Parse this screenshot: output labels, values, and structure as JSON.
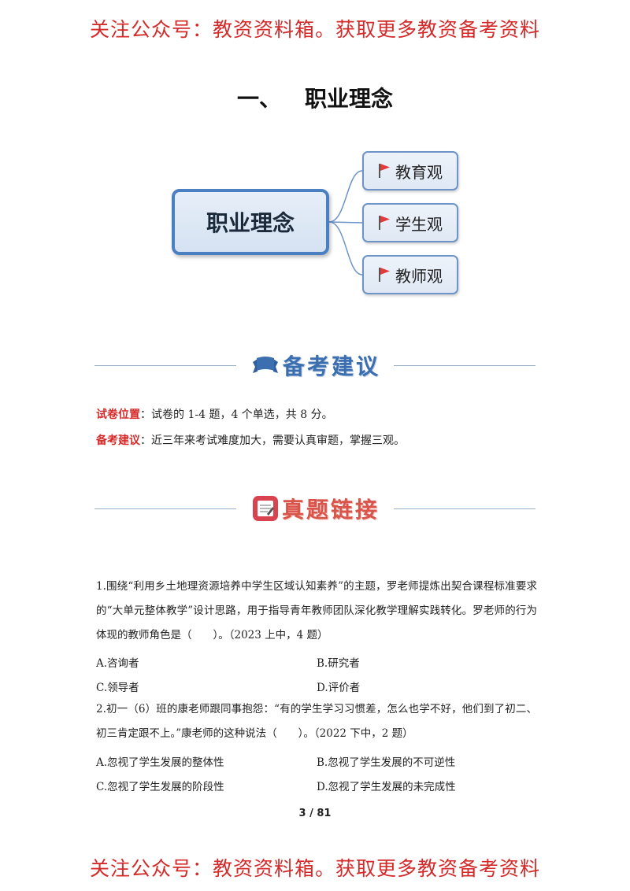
{
  "banner": {
    "top": "关注公众号：教资资料箱。获取更多教资备考资料",
    "bottom": "关注公众号：教资资料箱。获取更多教资备考资料"
  },
  "section": {
    "number": "一、",
    "title": "职业理念"
  },
  "mindmap": {
    "root": "职业理念",
    "children": [
      "教育观",
      "学生观",
      "教师观"
    ],
    "flag_color": "#e33b3b",
    "border_color": "#4a7fc1"
  },
  "headers": {
    "advice": "备考建议",
    "links": "真题链接"
  },
  "info": {
    "position_label": "试卷位置",
    "position_text": "：试卷的 1-4 题，4 个单选，共 8 分。",
    "advice_label": "备考建议",
    "advice_text": "：近三年来考试难度加大，需要认真审题，掌握三观。"
  },
  "questions": [
    {
      "text": "1.围绕“利用乡土地理资源培养中学生区域认知素养”的主题，罗老师提炼出契合课程标准要求的“大单元整体教学”设计思路，用于指导青年教师团队深化教学理解实践转化。罗老师的行为体现的教师角色是（　　）。（2023 上中，4 题）",
      "options": [
        "A.咨询者",
        "B.研究者",
        "C.领导者",
        "D.评价者"
      ]
    },
    {
      "text": "2.初一（6）班的康老师跟同事抱怨：“有的学生学习习惯差，怎么也学不好，他们到了初二、初三肯定跟不上。”康老师的这种说法（　　）。（2022 下中，2 题）",
      "options": [
        "A.忽视了学生发展的整体性",
        "B.忽视了学生发展的不可逆性",
        "C.忽视了学生发展的阶段性",
        "D.忽视了学生发展的未完成性"
      ]
    }
  ],
  "page": {
    "number": "3 / 81"
  }
}
